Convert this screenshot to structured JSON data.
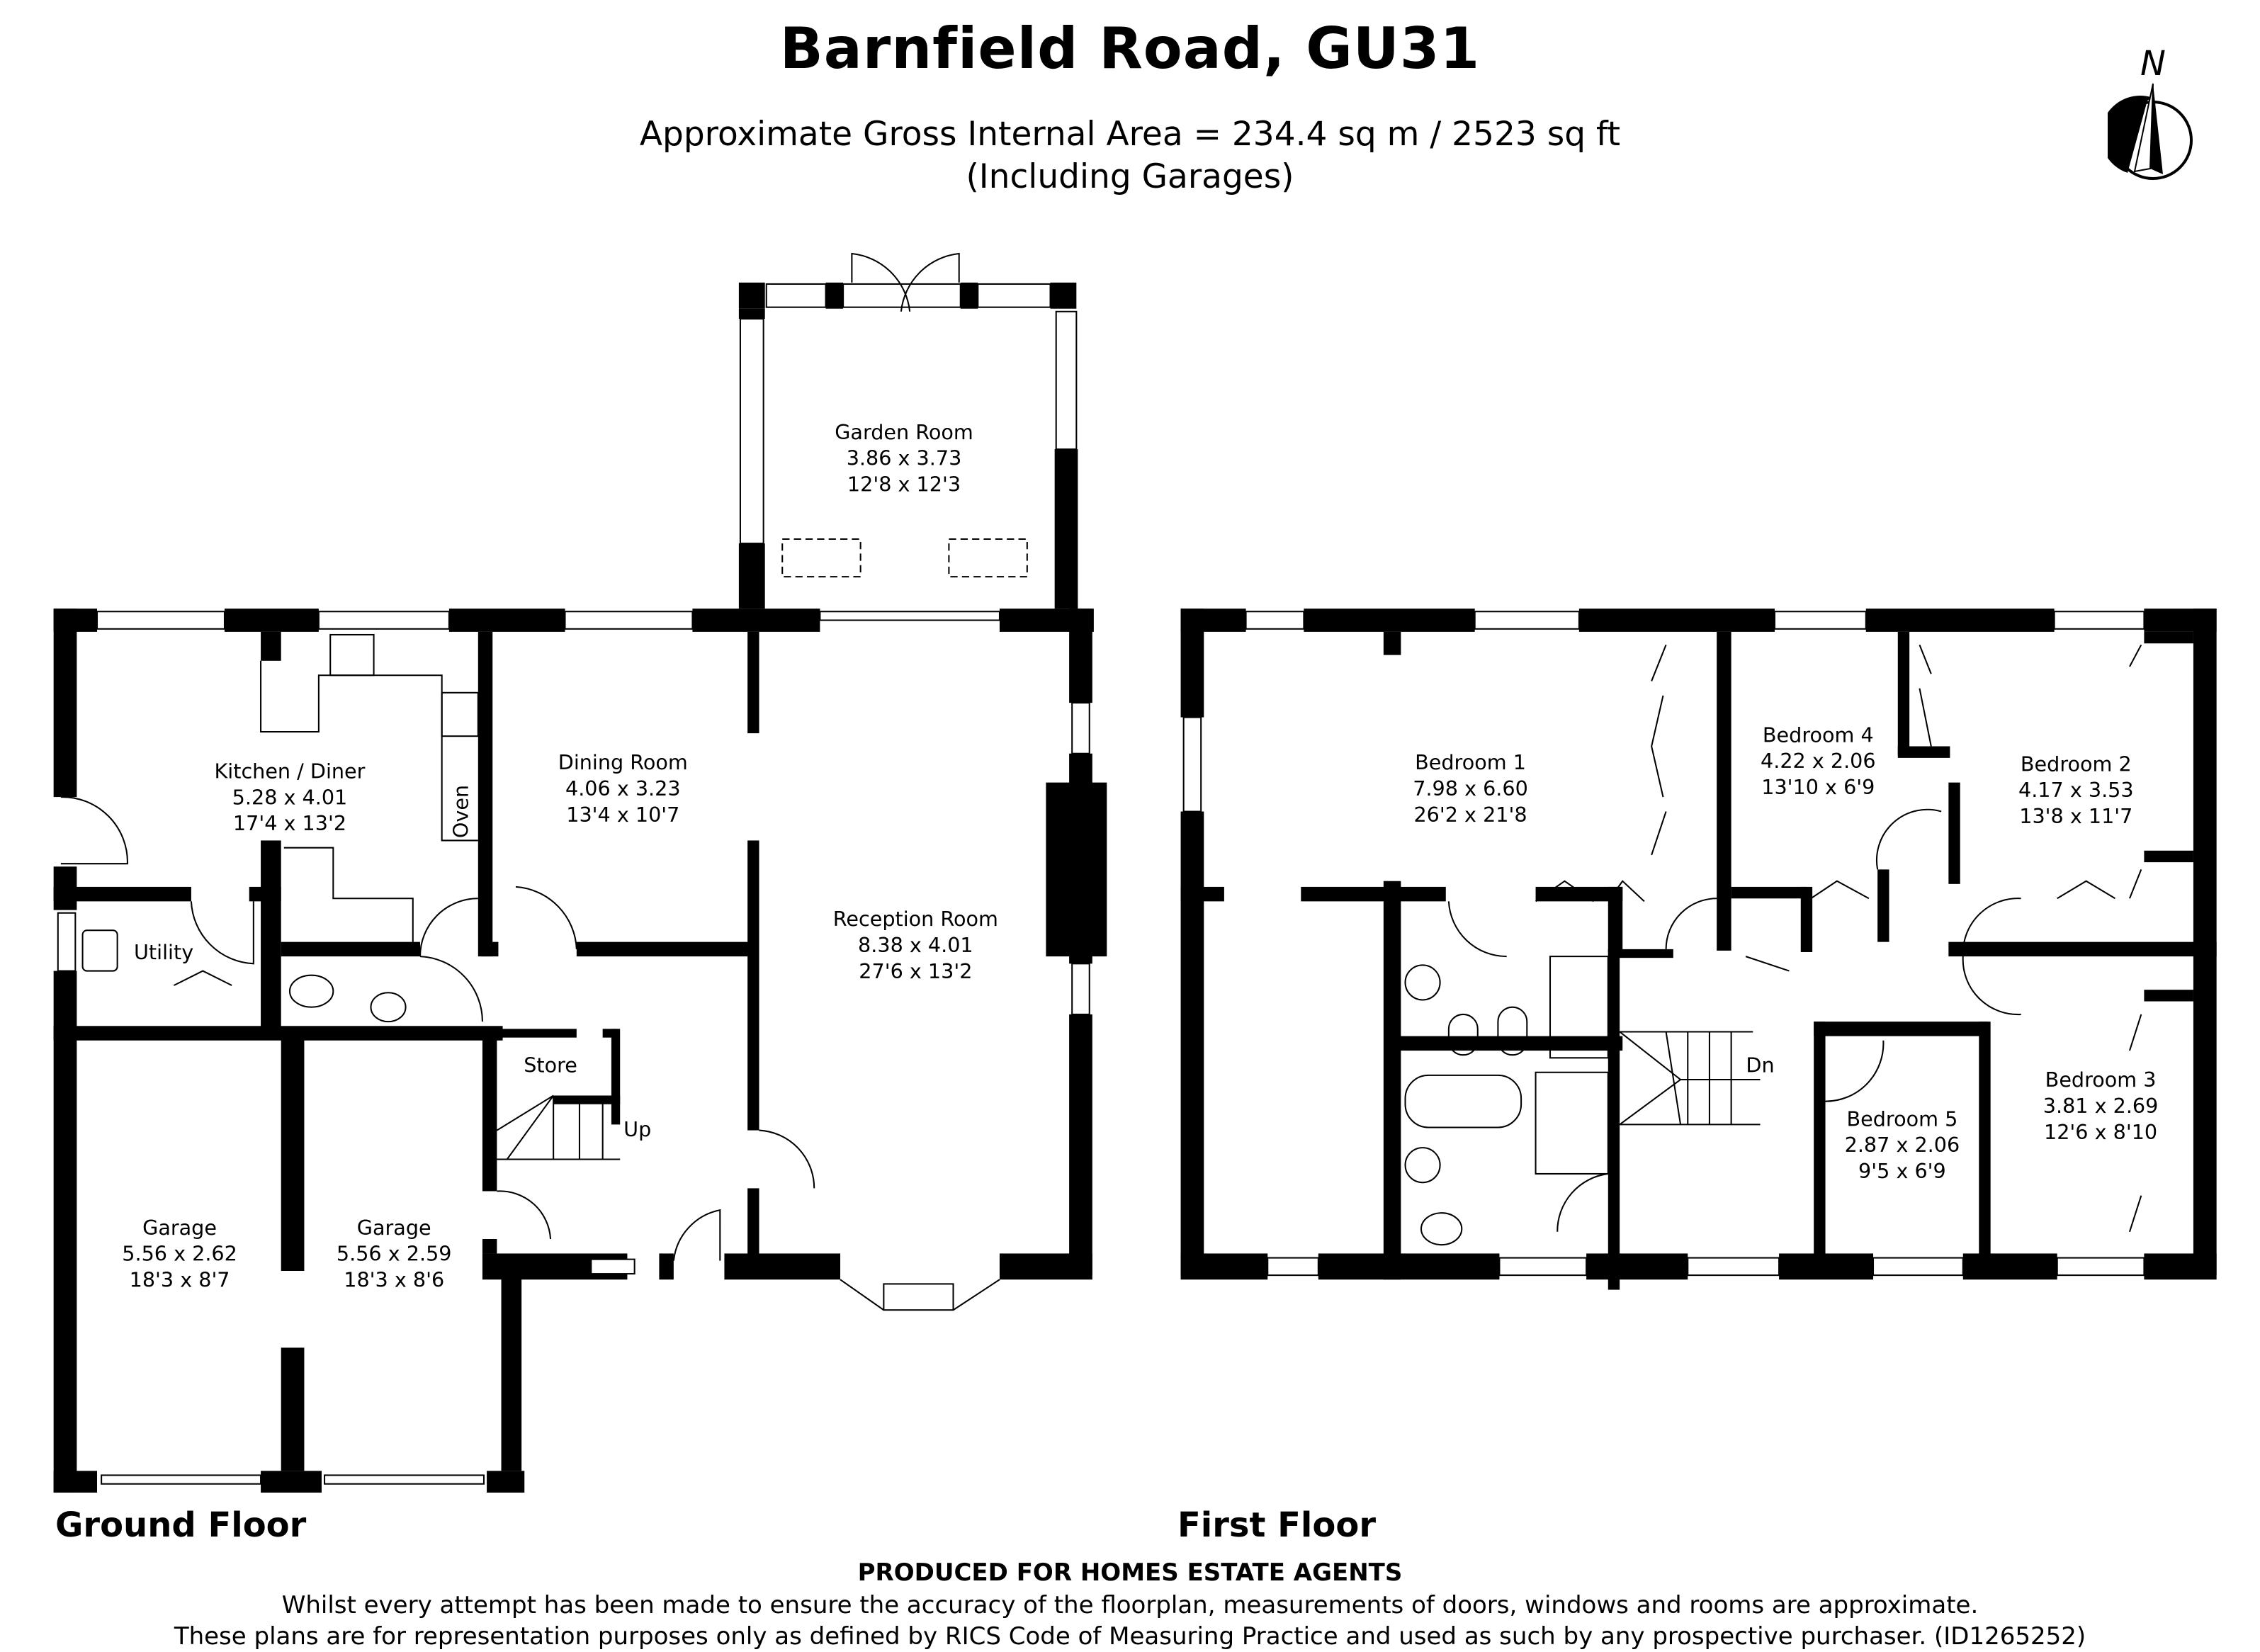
{
  "header": {
    "title": "Barnfield Road, GU31",
    "area_line": "Approximate Gross Internal Area = 234.4 sq m / 2523 sq ft",
    "area_note": "(Including Garages)",
    "north_label": "N"
  },
  "ground_floor": {
    "label": "Ground Floor",
    "rooms": [
      {
        "name": "Garden Room",
        "metric": "3.86 x 3.73",
        "imperial": "12'8 x 12'3"
      },
      {
        "name": "Kitchen / Diner",
        "metric": "5.28 x 4.01",
        "imperial": "17'4 x 13'2"
      },
      {
        "name": "Dining Room",
        "metric": "4.06 x 3.23",
        "imperial": "13'4 x 10'7"
      },
      {
        "name": "Reception Room",
        "metric": "8.38 x 4.01",
        "imperial": "27'6 x 13'2"
      },
      {
        "name": "Garage",
        "metric": "5.56 x 2.62",
        "imperial": "18'3 x 8'7"
      },
      {
        "name": "Garage",
        "metric": "5.56 x 2.59",
        "imperial": "18'3 x 8'6"
      }
    ],
    "labels": {
      "utility": "Utility",
      "store": "Store",
      "up": "Up",
      "oven": "Oven"
    }
  },
  "first_floor": {
    "label": "First Floor",
    "rooms": [
      {
        "name": "Bedroom 1",
        "metric": "7.98 x 6.60",
        "imperial": "26'2 x 21'8"
      },
      {
        "name": "Bedroom 4",
        "metric": "4.22 x 2.06",
        "imperial": "13'10 x 6'9"
      },
      {
        "name": "Bedroom 2",
        "metric": "4.17 x 3.53",
        "imperial": "13'8 x 11'7"
      },
      {
        "name": "Bedroom 5",
        "metric": "2.87 x 2.06",
        "imperial": "9'5 x 6'9"
      },
      {
        "name": "Bedroom 3",
        "metric": "3.81 x 2.69",
        "imperial": "12'6 x 8'10"
      }
    ],
    "labels": {
      "down": "Dn"
    }
  },
  "footer": {
    "produced_for": "PRODUCED FOR HOMES ESTATE AGENTS",
    "disclaimer_1": "Whilst every attempt has been made to ensure the accuracy of the floorplan, measurements of doors, windows and rooms are approximate.",
    "disclaimer_2": "These plans are for representation purposes only as defined by RICS Code of Measuring Practice and used as such by any prospective purchaser. (ID1265252)"
  }
}
